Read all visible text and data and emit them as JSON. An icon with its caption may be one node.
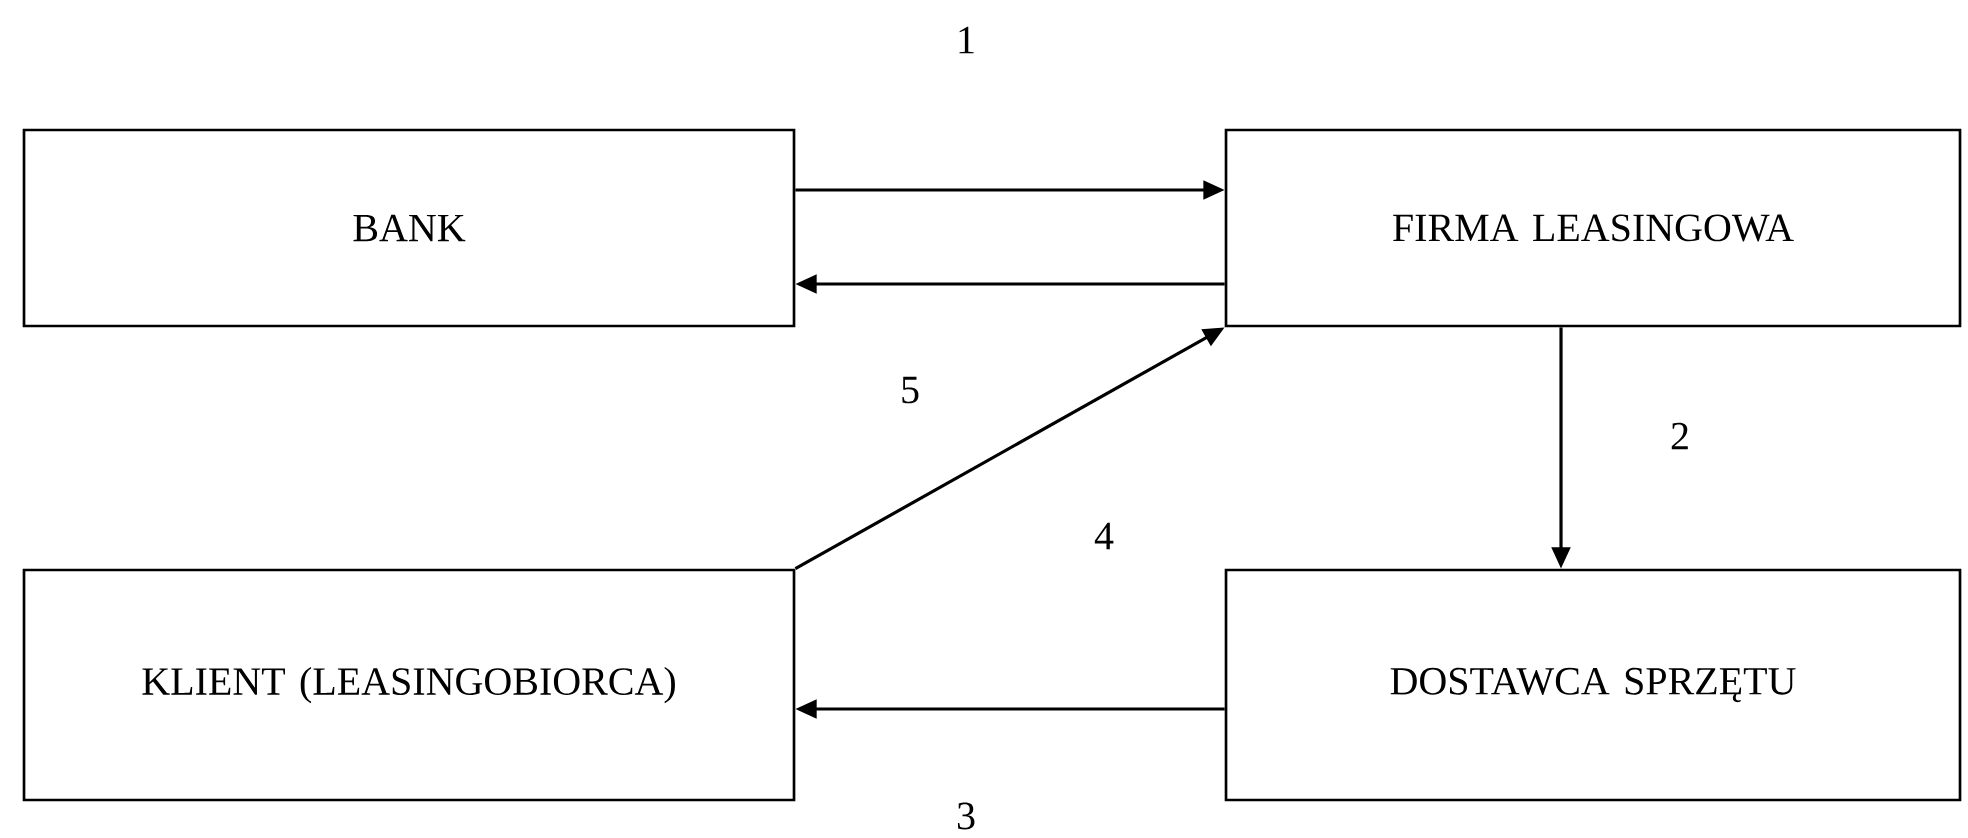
{
  "diagram": {
    "nodes": [
      {
        "text": [
          "BANK"
        ]
      },
      {
        "text": [
          "FIRMA LEASINGOWA"
        ]
      },
      {
        "text": [
          "KLIENT (LEASINGOBIORCA)"
        ]
      },
      {
        "text": [
          "DOSTAWCA SPRZĘTU"
        ]
      }
    ],
    "edges": [
      {
        "from": 0,
        "to": 1,
        "arrow": "to"
      },
      {
        "from": 1,
        "to": 0,
        "arrow": "to"
      },
      {
        "from": 1,
        "to": 3,
        "arrow": "to"
      },
      {
        "from": 2,
        "to": 1,
        "arrow": "to"
      },
      {
        "from": 3,
        "to": 2,
        "arrow": "to"
      }
    ],
    "labels": [
      "1",
      "5",
      "2",
      "4",
      "3"
    ]
  }
}
